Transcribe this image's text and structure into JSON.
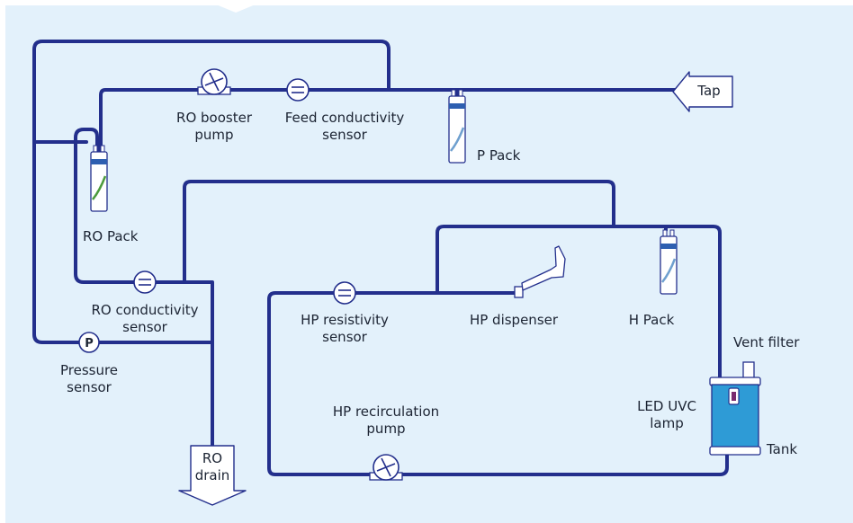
{
  "colors": {
    "background": "#ffffff",
    "panel": "#e3f1fb",
    "pipe": "#232f8c",
    "tank": "#2e9bd6",
    "filter": "#ffffff"
  },
  "labels": {
    "tap": "Tap",
    "ro_booster_pump": [
      "RO booster",
      "pump"
    ],
    "feed_conductivity_sensor": [
      "Feed conductivity",
      "sensor"
    ],
    "p_pack": "P Pack",
    "ro_pack": "RO Pack",
    "ro_conductivity_sensor": [
      "RO conductivity",
      "sensor"
    ],
    "pressure_sensor": [
      "Pressure",
      "sensor"
    ],
    "pressure_symbol": "P",
    "ro_drain": [
      "RO",
      "drain"
    ],
    "hp_resistivity_sensor": [
      "HP resistivity",
      "sensor"
    ],
    "hp_dispenser": "HP dispenser",
    "h_pack": "H Pack",
    "vent_filter": "Vent filter",
    "led_uvc_lamp": [
      "LED UVC",
      "lamp"
    ],
    "tank": "Tank",
    "hp_recirculation_pump": [
      "HP recirculation",
      "pump"
    ]
  },
  "icons": {
    "pump": "pump-icon",
    "sensor": "sensor-icon",
    "filter_pack": "filter-cartridge-icon",
    "arrow": "arrow-icon",
    "dispenser": "dispenser-icon",
    "tank": "tank-icon"
  }
}
